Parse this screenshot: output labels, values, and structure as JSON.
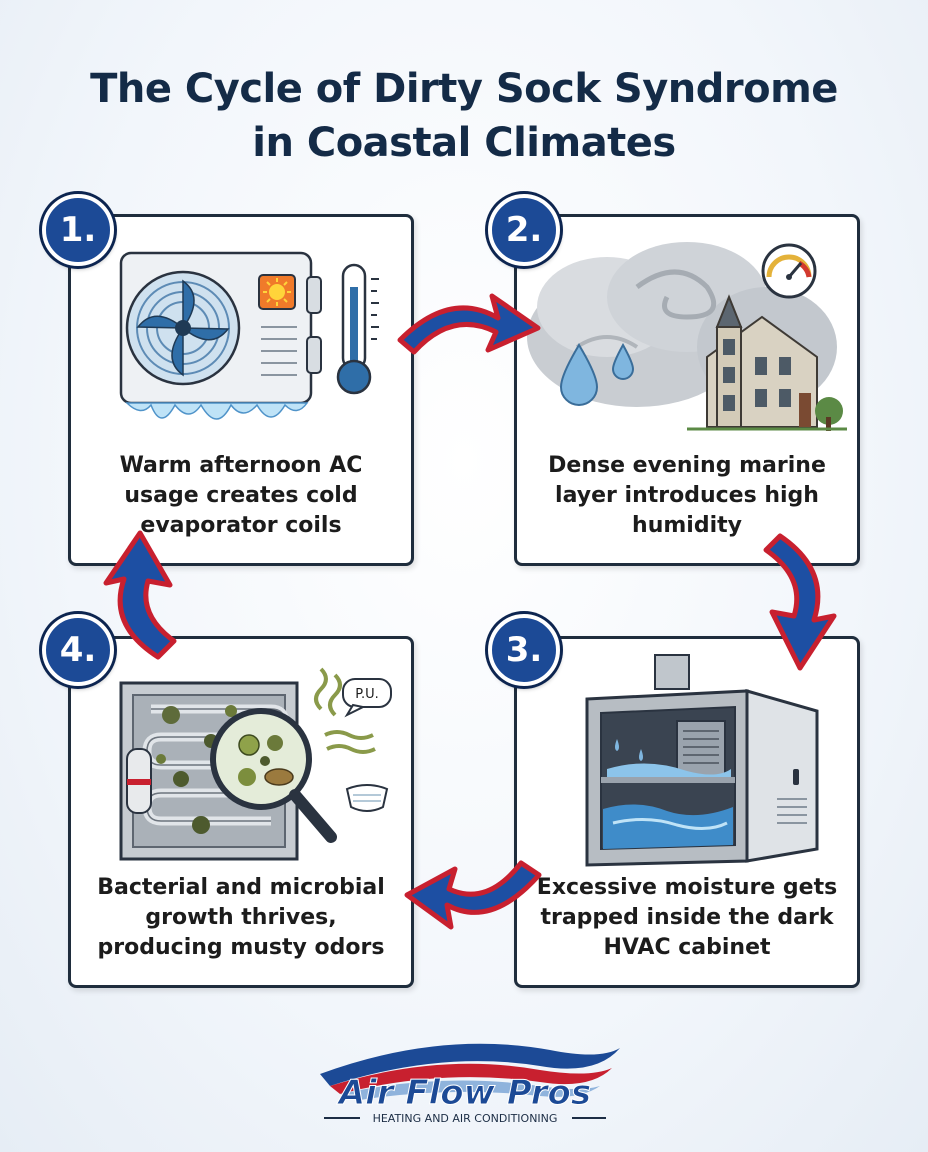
{
  "title_line1": "The Cycle of Dirty Sock Syndrome",
  "title_line2": "in Coastal Climates",
  "steps": [
    {
      "number": "1.",
      "caption": "Warm afternoon AC usage creates cold evaporator coils"
    },
    {
      "number": "2.",
      "caption": "Dense evening marine layer introduces high humidity"
    },
    {
      "number": "3.",
      "caption": "Excessive moisture gets trapped inside the dark HVAC cabinet"
    },
    {
      "number": "4.",
      "caption": "Bacterial and microbial growth thrives, producing musty odors"
    }
  ],
  "bubble_text": "P.U.",
  "logo": {
    "name": "Air Flow Pros",
    "tagline": "HEATING AND AIR CONDITIONING"
  },
  "colors": {
    "navy": "#142b47",
    "badge_blue": "#1c4a96",
    "arrow_blue": "#1d4fa3",
    "arrow_red": "#c8202f",
    "mold_green": "#6b7a3a"
  }
}
